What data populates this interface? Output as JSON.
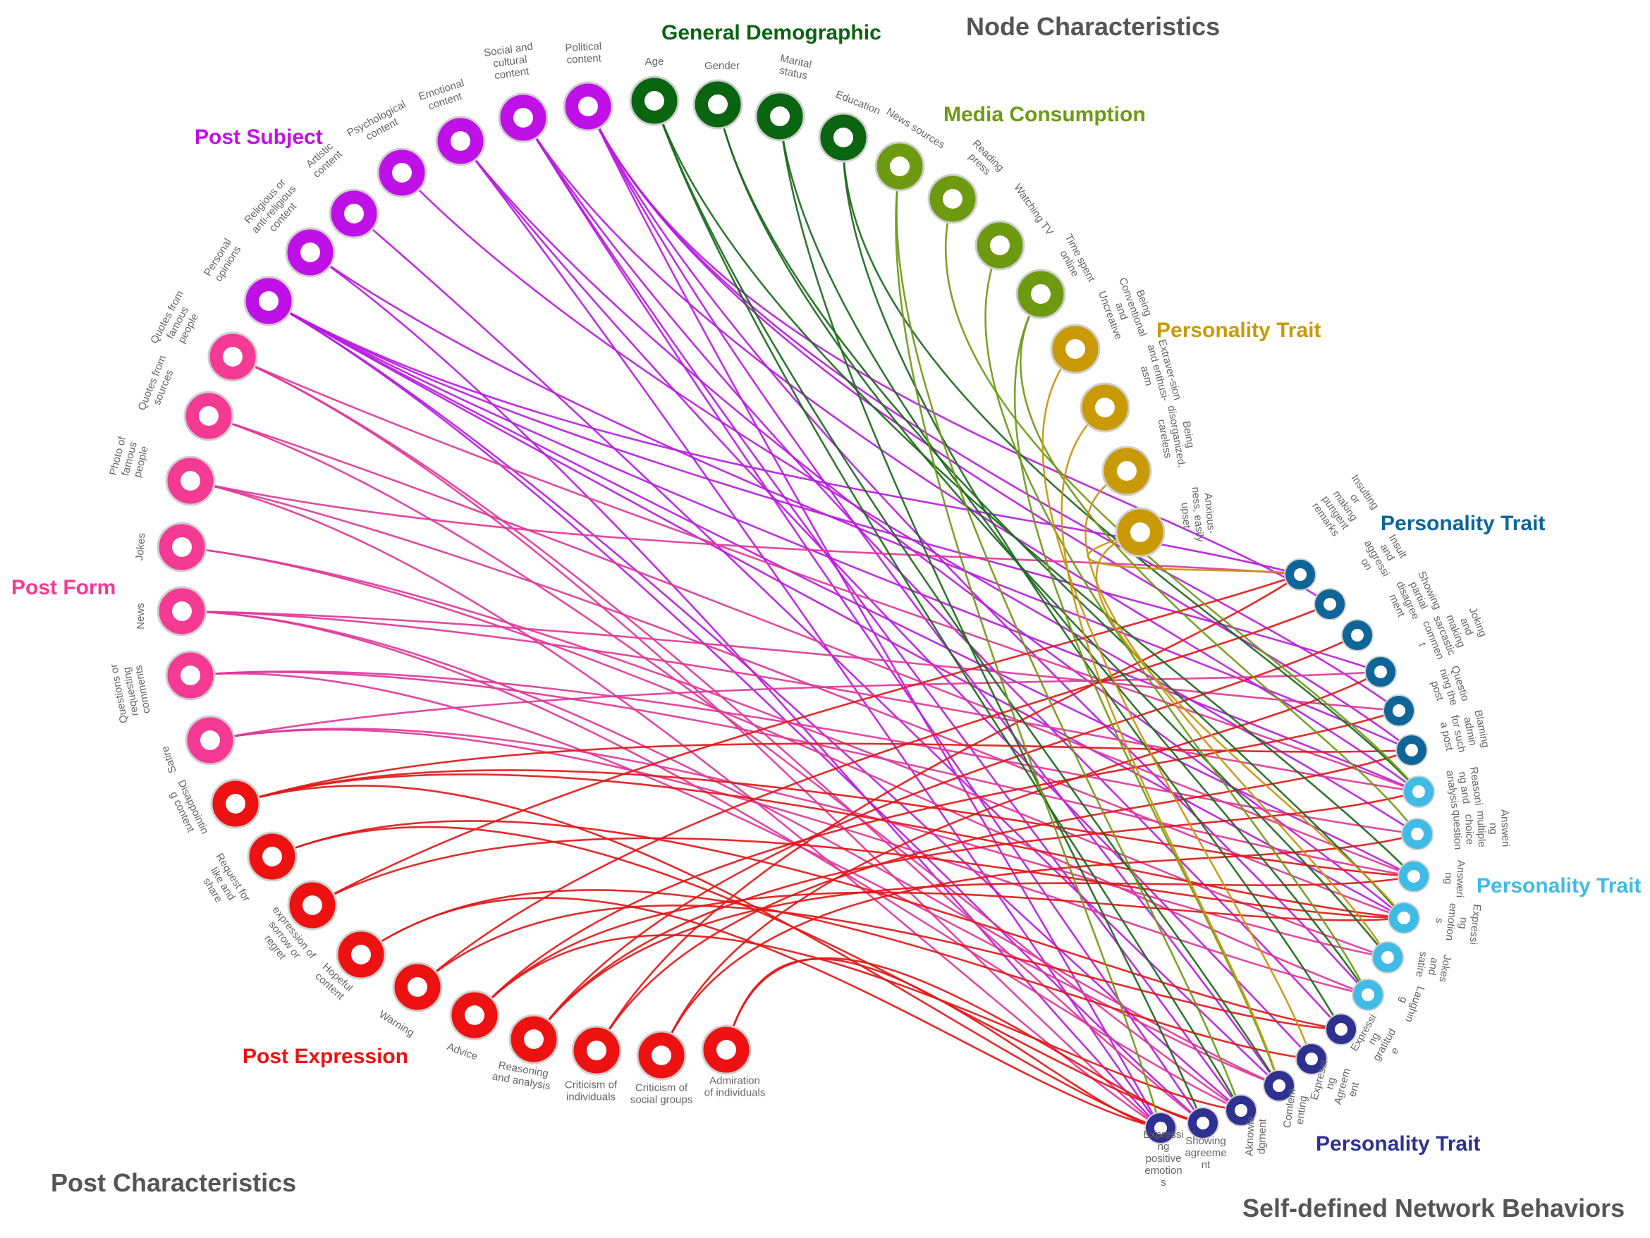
{
  "colors": {
    "demographic": "#0a6410",
    "media": "#6e9a12",
    "personality_gold": "#c99a06",
    "subject": "#c010e8",
    "form": "#f53a94",
    "expression": "#ee1111",
    "behavior_teal": "#0e6598",
    "behavior_sky": "#3fbce6",
    "behavior_navy": "#2e3190",
    "edge_subject": "#b81ce0",
    "edge_form": "#e0389a",
    "edge_expression": "#e21818",
    "edge_demographic": "#1e6a1e",
    "edge_media": "#6f9a16",
    "edge_personality": "#c6960e"
  },
  "headings": {
    "node_characteristics": "Node Characteristics",
    "post_characteristics": "Post Characteristics",
    "network_behaviors": "Self-defined Network Behaviors"
  },
  "groups": {
    "general_demographic": "General Demographic",
    "media_consumption": "Media Consumption",
    "personality_trait_gold": "Personality Trait",
    "post_subject": "Post Subject",
    "post_form": "Post Form",
    "post_expression": "Post Expression",
    "personality_trait_teal": "Personality Trait",
    "personality_trait_sky": "Personality Trait",
    "personality_trait_navy": "Personality Trait"
  },
  "nodes": {
    "age": [
      "Age"
    ],
    "gender": [
      "Gender"
    ],
    "marital": [
      "Marital",
      "status"
    ],
    "education": [
      "Education"
    ],
    "news_sources": [
      "News sources"
    ],
    "reading_press": [
      "Reading",
      "press"
    ],
    "watching_tv": [
      "Watching TV"
    ],
    "time_online": [
      "Time spent",
      "online"
    ],
    "conventional": [
      "Being",
      "Conventional",
      "and",
      "Uncreative"
    ],
    "extraversion": [
      "Extraver-sion",
      "and enthusi-",
      "asm"
    ],
    "disorganized": [
      "Being",
      "disorganized,",
      "careless"
    ],
    "anxiousness": [
      "Anxious-",
      "ness, easily",
      "upset"
    ],
    "political": [
      "Political",
      "content"
    ],
    "social_cultural": [
      "Social and",
      "cultural",
      "content"
    ],
    "emotional": [
      "Emotional",
      "content"
    ],
    "psychological": [
      "Psychological",
      "content"
    ],
    "artistic": [
      "Artistic",
      "content"
    ],
    "religious": [
      "Religious or",
      "anti-religious",
      "content"
    ],
    "personal_opinions": [
      "Personal",
      "opinions"
    ],
    "quotes_famous": [
      "Quotes from",
      "famous",
      "people"
    ],
    "quotes_sources": [
      "Quotes from",
      "sources"
    ],
    "photo_famous": [
      "Photo of",
      "famous",
      "people"
    ],
    "jokes": [
      "Jokes"
    ],
    "news": [
      "News"
    ],
    "questions": [
      "Questions or",
      "requesting",
      "comments"
    ],
    "satire": [
      "Satire"
    ],
    "disappointing": [
      "Disappointin",
      "g content"
    ],
    "request_like": [
      "Request for",
      "like and",
      "share"
    ],
    "sorrow": [
      "expression of",
      "sorrow or",
      "regret"
    ],
    "hopeful": [
      "Hopeful",
      "content"
    ],
    "warning": [
      "Warning"
    ],
    "advice": [
      "Advice"
    ],
    "reasoning_post": [
      "Reasoning",
      "and analysis"
    ],
    "criticism_individuals": [
      "Criticism of",
      "individuals"
    ],
    "criticism_groups": [
      "Criticism of",
      "social groups"
    ],
    "admiration": [
      "Admiration",
      "of individuals"
    ],
    "insulting": [
      "Insulting",
      "or",
      "making",
      "pungent",
      "remarks"
    ],
    "insult_aggression": [
      "Insult",
      "and",
      "aggressi",
      "on"
    ],
    "partial_disagreement": [
      "Showing",
      "partial",
      "disagree",
      "ment"
    ],
    "sarcastic": [
      "Joking",
      "and",
      "making",
      "sarcastic",
      "commen",
      "t"
    ],
    "questioning": [
      "Questio",
      "ning the",
      "post"
    ],
    "blaming": [
      "Blaming",
      "admin",
      "for such",
      "a post"
    ],
    "reasoning_behavior": [
      "Reasoni",
      "ng and",
      "analysis"
    ],
    "answering_mc": [
      "Answeri",
      "ng",
      "multiple",
      "choice",
      "question"
    ],
    "answering": [
      "Answeri",
      "ng"
    ],
    "expressing_emotions": [
      "Expressi",
      "ng",
      "emotion",
      "s"
    ],
    "jokes_satire": [
      "Jokes",
      "and",
      "satire"
    ],
    "laughing": [
      "Laughin",
      "g"
    ],
    "gratitude": [
      "Expressi",
      "ng",
      "gratitud",
      "e"
    ],
    "agreement_expr": [
      "Expressi",
      "ng",
      "Agreem",
      "ent"
    ],
    "commenting": [
      "Comlem",
      "enting"
    ],
    "acknowledgment": [
      "Aknowle",
      "dgment"
    ],
    "showing_agreement": [
      "Showing",
      "agreeme",
      "nt"
    ],
    "positive_emotions": [
      "Expressi",
      "ng",
      "positive",
      "emotion",
      "s"
    ]
  }
}
